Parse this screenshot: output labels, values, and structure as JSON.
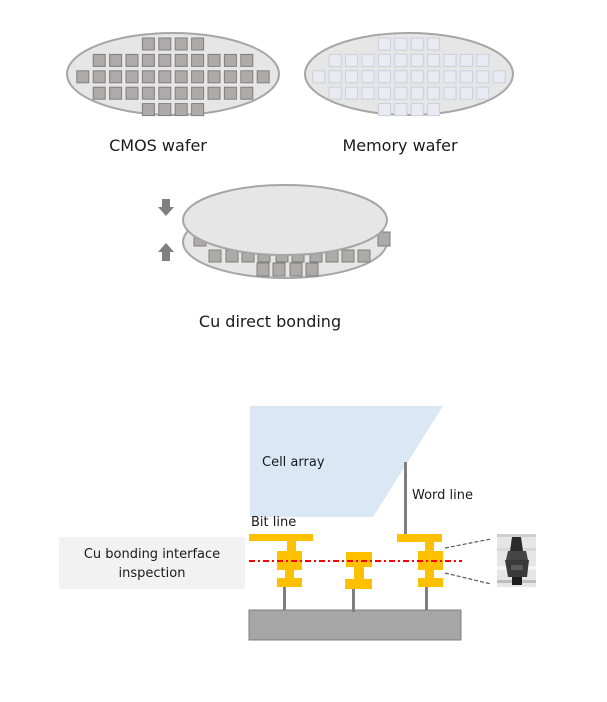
{
  "wafers": {
    "cmos": {
      "label": "CMOS wafer",
      "die_color": "#aeaaaa",
      "die_stroke": "#7f7f7f",
      "body_color": "#e7e6e6",
      "rows": [
        4,
        10,
        12,
        10,
        4
      ]
    },
    "memory": {
      "label": "Memory wafer",
      "die_color": "#e8ecf2",
      "die_stroke": "#c8d0dc",
      "body_color": "#e7e6e6",
      "rows": [
        4,
        10,
        12,
        10,
        4
      ]
    }
  },
  "bonding": {
    "label": "Cu direct bonding",
    "arrows": [
      "arrow-down-icon",
      "arrow-up-icon"
    ]
  },
  "cross_section": {
    "cell_array_label": "Cell array",
    "word_line_label": "Word line",
    "bit_line_label": "Bit line",
    "inspection_label_line1": "Cu bonding interface",
    "inspection_label_line2": "inspection",
    "colors": {
      "cell_array": "#dae7f5",
      "copper": "#ffc000",
      "interface_line": "#ff0000",
      "substrate": "#a6a6a6",
      "via": "#7f7f7f",
      "label_box": "#f2f2f2"
    }
  }
}
